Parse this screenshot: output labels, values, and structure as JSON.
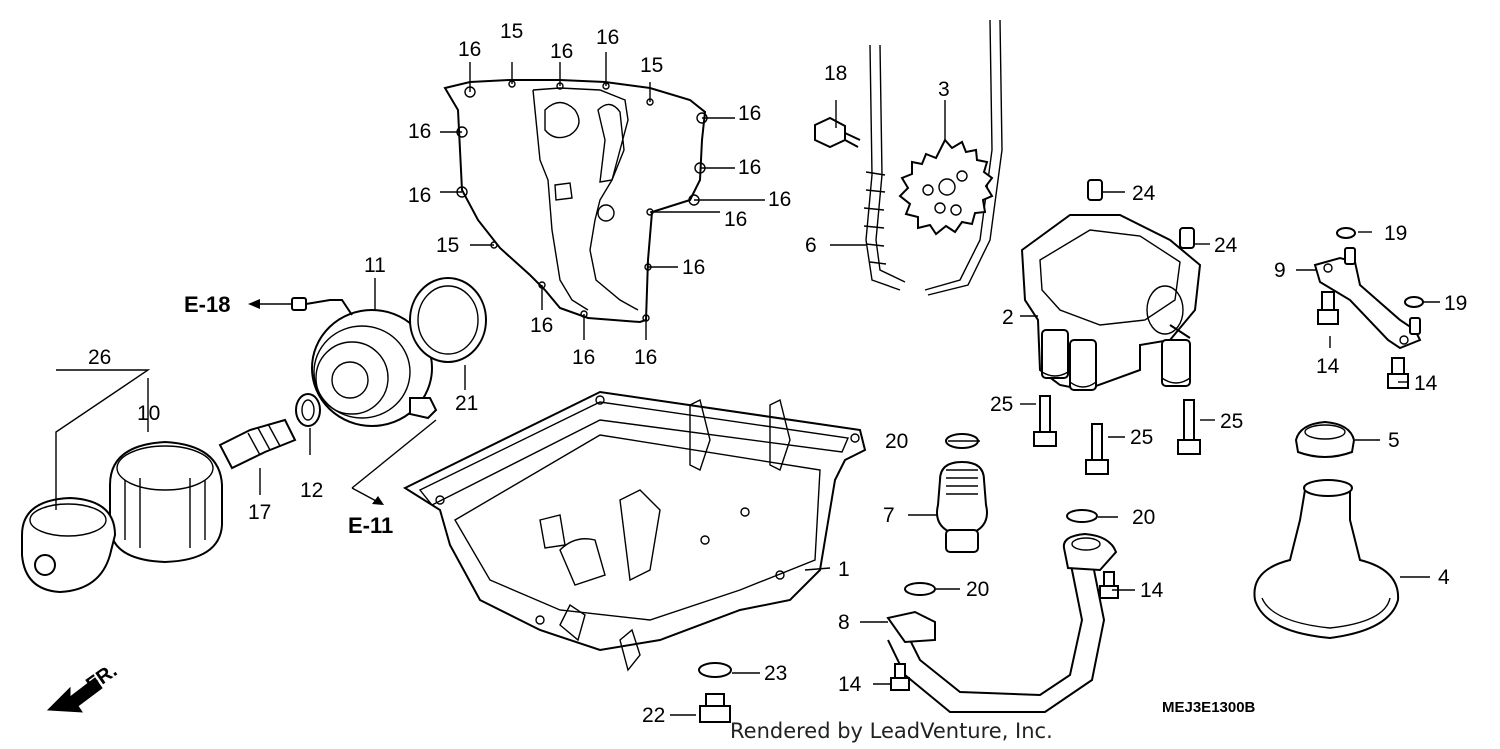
{
  "callouts": [
    {
      "id": "c1",
      "label": "1"
    },
    {
      "id": "c2",
      "label": "2"
    },
    {
      "id": "c3",
      "label": "3"
    },
    {
      "id": "c4",
      "label": "4"
    },
    {
      "id": "c5",
      "label": "5"
    },
    {
      "id": "c6",
      "label": "6"
    },
    {
      "id": "c7",
      "label": "7"
    },
    {
      "id": "c8",
      "label": "8"
    },
    {
      "id": "c9",
      "label": "9"
    },
    {
      "id": "c10",
      "label": "10"
    },
    {
      "id": "c11",
      "label": "11"
    },
    {
      "id": "c12",
      "label": "12"
    },
    {
      "id": "c14a",
      "label": "14"
    },
    {
      "id": "c14b",
      "label": "14"
    },
    {
      "id": "c14c",
      "label": "14"
    },
    {
      "id": "c14d",
      "label": "14"
    },
    {
      "id": "c15a",
      "label": "15"
    },
    {
      "id": "c15b",
      "label": "15"
    },
    {
      "id": "c15c",
      "label": "15"
    },
    {
      "id": "c16a",
      "label": "16"
    },
    {
      "id": "c16b",
      "label": "16"
    },
    {
      "id": "c16c",
      "label": "16"
    },
    {
      "id": "c16d",
      "label": "16"
    },
    {
      "id": "c16e",
      "label": "16"
    },
    {
      "id": "c16f",
      "label": "16"
    },
    {
      "id": "c16g",
      "label": "16"
    },
    {
      "id": "c16h",
      "label": "16"
    },
    {
      "id": "c16i",
      "label": "16"
    },
    {
      "id": "c16j",
      "label": "16"
    },
    {
      "id": "c16k",
      "label": "16"
    },
    {
      "id": "c16l",
      "label": "16"
    },
    {
      "id": "c16m",
      "label": "16"
    },
    {
      "id": "c17",
      "label": "17"
    },
    {
      "id": "c18",
      "label": "18"
    },
    {
      "id": "c19a",
      "label": "19"
    },
    {
      "id": "c19b",
      "label": "19"
    },
    {
      "id": "c20a",
      "label": "20"
    },
    {
      "id": "c20b",
      "label": "20"
    },
    {
      "id": "c20c",
      "label": "20"
    },
    {
      "id": "c21",
      "label": "21"
    },
    {
      "id": "c22",
      "label": "22"
    },
    {
      "id": "c23",
      "label": "23"
    },
    {
      "id": "c24a",
      "label": "24"
    },
    {
      "id": "c24b",
      "label": "24"
    },
    {
      "id": "c25a",
      "label": "25"
    },
    {
      "id": "c25b",
      "label": "25"
    },
    {
      "id": "c25c",
      "label": "25"
    },
    {
      "id": "c26",
      "label": "26"
    }
  ],
  "references": {
    "e18": "E-18",
    "e11": "E-11"
  },
  "front_marker": "FR.",
  "diagram_code": "MEJ3E1300B",
  "watermark": "Rendered by LeadVenture, Inc."
}
